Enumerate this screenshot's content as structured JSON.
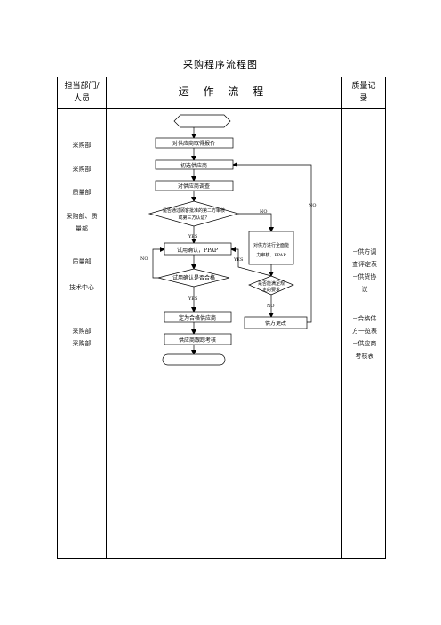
{
  "title": "采购程序流程图",
  "header": {
    "dept_col": [
      "担当部门/",
      "人员"
    ],
    "flow_col": "运 作 流 程",
    "record_col": [
      "质量记",
      "录"
    ]
  },
  "departments": [
    "采购部",
    "采购部",
    "质量部",
    "采购部、质",
    "量部",
    "质量部",
    "技术中心",
    "采购部",
    "采购部"
  ],
  "flow": {
    "s1": "对供应商取得报价",
    "s2": "初选供应商",
    "s3": "对供应商调查",
    "d1_line1": "是否通过顾客批准的第二方审核",
    "d1_line2": "或第三方认证？",
    "s4": "试用确认，PPAP",
    "d2": "试用确认是否合格",
    "s5_line1": "对供方进行全面能",
    "s5_line2": "力审核、PPAP",
    "d3_line1": "是否能满足规",
    "d3_line2": "定的要求",
    "s6": "定为合格供应商",
    "s7": "供应商跟踪考核",
    "s8": "供方更改",
    "yes": "YES",
    "no": "NO"
  },
  "records": [
    "→供方调",
    "查评定表",
    "→供货协",
    "议",
    "→合格供",
    "方一览表",
    "→供应商",
    "考核表"
  ]
}
